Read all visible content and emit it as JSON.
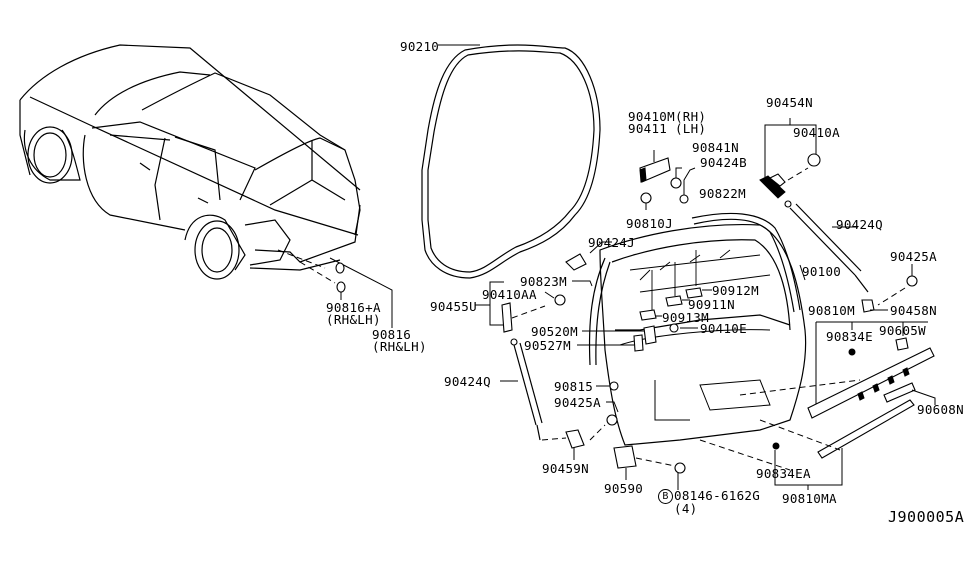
{
  "diagram": {
    "title": "Back Door Panel & Fitting (exploded parts view)",
    "reference_code": "J900005A",
    "labels": {
      "p90210": "90210",
      "p90410M": "90410M(RH)",
      "p90411": "90411 (LH)",
      "p90841N": "90841N",
      "p90424B": "90424B",
      "p90810J": "90810J",
      "p90822M": "90822M",
      "p90454N": "90454N",
      "p90410A": "90410A",
      "p90424Q_top": "90424Q",
      "p90424J": "90424J",
      "p90100": "90100",
      "p90823M": "90823M",
      "p90410AA": "90410AA",
      "p90455U": "90455U",
      "p90912M": "90912M",
      "p90911N": "90911N",
      "p90913M": "90913M",
      "p90410E": "90410E",
      "p90520M": "90520M",
      "p90527M": "90527M",
      "p90425A_right": "90425A",
      "p90458N": "90458N",
      "p90810M": "90810M",
      "p90834E": "90834E",
      "p90605W": "90605W",
      "p90608N": "90608N",
      "p90816A": "90816+A",
      "p90816A_note": "(RH&LH)",
      "p90816": "90816",
      "p90816_note": "(RH&LH)",
      "p90424Q_left": "90424Q",
      "p90815": "90815",
      "p90425A_left": "90425A",
      "p90459N": "90459N",
      "p90590": "90590",
      "bolt_marker": "B",
      "p08146": "08146-6162G",
      "p08146_qty": "(4)",
      "p90834EA": "90834EA",
      "p90810MA": "90810MA"
    }
  }
}
